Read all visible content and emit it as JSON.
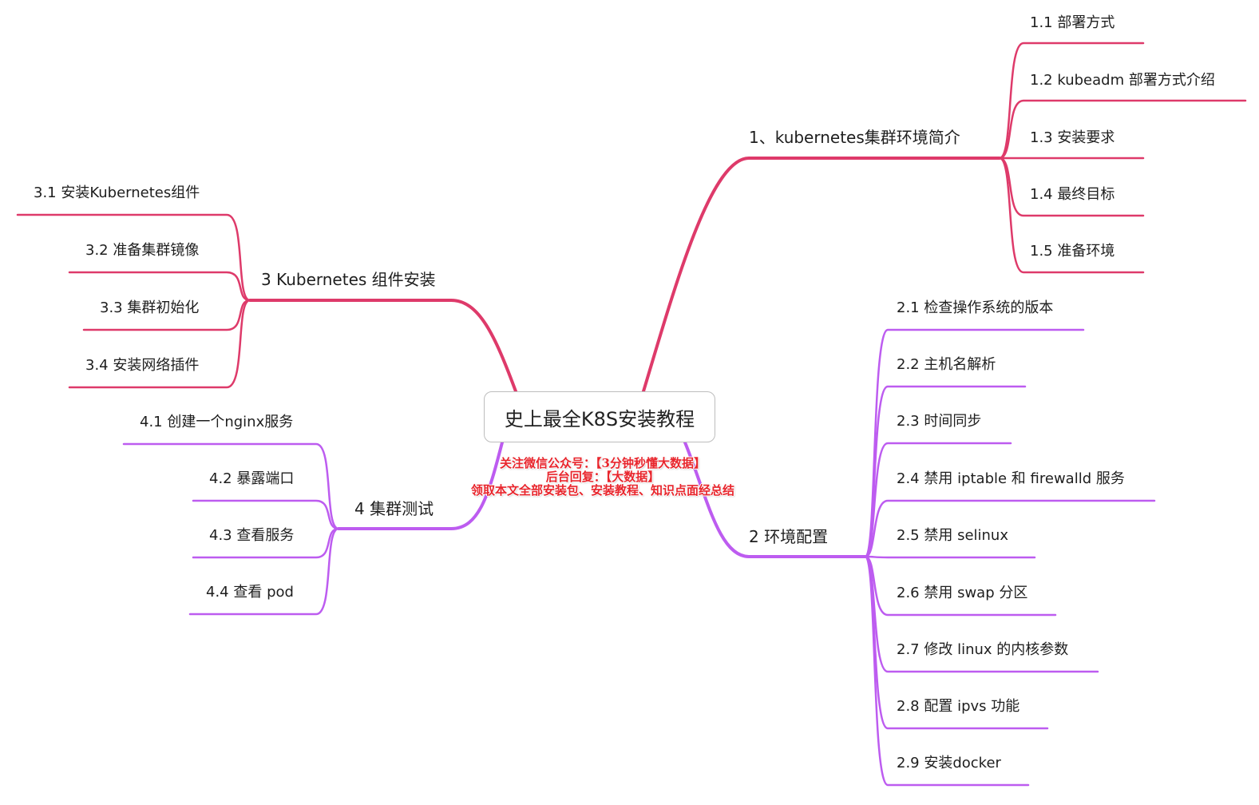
{
  "root": {
    "title": "史上最全K8S安装教程"
  },
  "notice": {
    "line1": "关注微信公众号：【3分钟秒懂大数据】",
    "line2": "后台回复：【大数据】",
    "line3": "领取本文全部安装包、安装教程、知识点面经总结"
  },
  "colors": {
    "pink": "#de3a6a",
    "purple": "#bd5cf0",
    "notice_red": "#e8262d",
    "root_border": "#bdbdbd"
  },
  "branches": [
    {
      "label": "1、kubernetes集群环境简介",
      "side": "right",
      "color": "pink",
      "children": [
        "1.1  部署方式",
        "1.2 kubeadm 部署方式介绍",
        "1.3 安装要求",
        "1.4 最终目标",
        "1.5 准备环境"
      ]
    },
    {
      "label": "2 环境配置",
      "side": "right",
      "color": "purple",
      "children": [
        "2.1 检查操作系统的版本",
        "2.2  主机名解析",
        "2.3 时间同步",
        "2.4 禁用 iptable 和 firewalld 服务",
        "2.5 禁用 selinux",
        "2.6  禁用 swap 分区",
        "2.7 修改 linux 的内核参数",
        "2.8 配置 ipvs 功能",
        "2.9 安装docker"
      ]
    },
    {
      "label": "3 Kubernetes 组件安装",
      "side": "left",
      "color": "pink",
      "children": [
        "3.1  安装Kubernetes组件",
        "3.2 准备集群镜像",
        "3.3 集群初始化",
        "3.4 安装网络插件"
      ]
    },
    {
      "label": "4 集群测试",
      "side": "left",
      "color": "purple",
      "children": [
        "4.1 创建一个nginx服务",
        "4.2 暴露端口",
        "4.3 查看服务",
        "4.4 查看 pod"
      ]
    }
  ]
}
